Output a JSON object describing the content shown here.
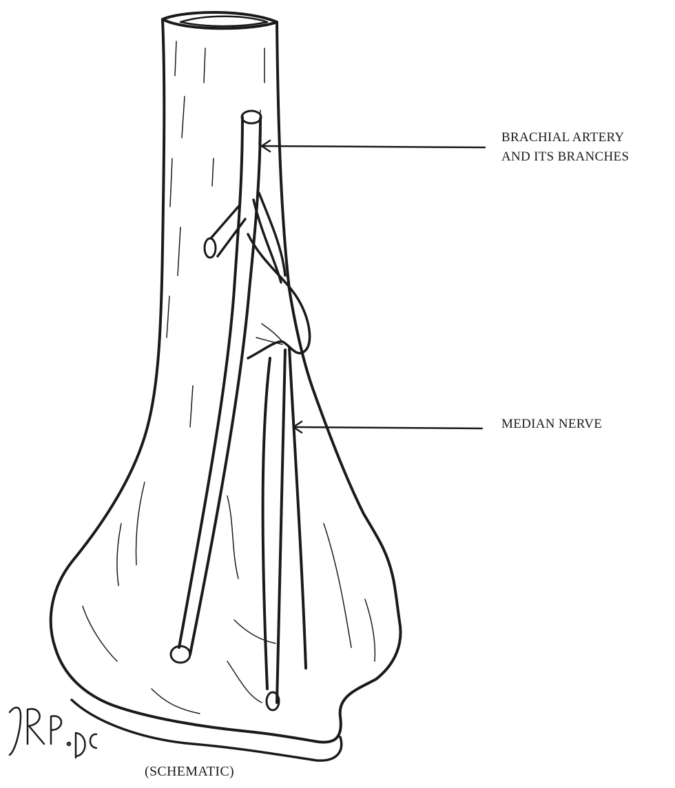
{
  "labels": {
    "artery_line1": "BRACHIAL ARTERY",
    "artery_line2": "AND ITS BRANCHES",
    "nerve": "MEDIAN NERVE",
    "caption": "(SCHEMATIC)",
    "signature": "JRP. DC."
  },
  "colors": {
    "ink": "#1a1a1a",
    "paper": "#ffffff"
  }
}
